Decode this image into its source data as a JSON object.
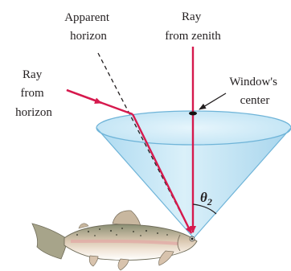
{
  "labels": {
    "apparent_horizon_line1": "Apparent",
    "apparent_horizon_line2": "horizon",
    "ray_zenith_line1": "Ray",
    "ray_zenith_line2": "from zenith",
    "ray_horizon_line1": "Ray",
    "ray_horizon_line2": "from",
    "ray_horizon_line3": "horizon",
    "window_center_line1": "Window's",
    "window_center_line2": "center",
    "angle_symbol": "θ",
    "angle_subscript": "2"
  },
  "colors": {
    "ray": "#d6194d",
    "cone_fill": "#bfe3f4",
    "cone_edge": "#6fb4d8",
    "text": "#231f20"
  }
}
